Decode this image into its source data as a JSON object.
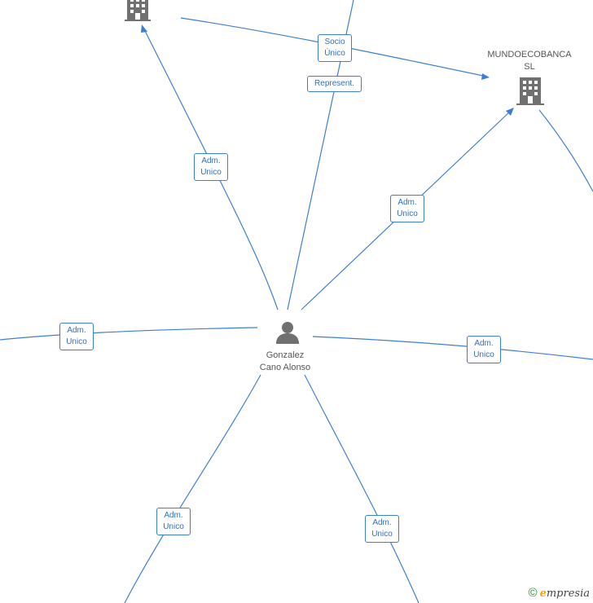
{
  "nodes": {
    "center": {
      "name_line1": "Gonzalez",
      "name_line2": "Cano Alonso",
      "icon": "person-icon"
    },
    "company_top_left": {
      "icon": "building-icon"
    },
    "company_right": {
      "name_line1": "MUNDOECOBANCA",
      "name_line2": "SL",
      "icon": "building-icon"
    }
  },
  "edges": [
    {
      "id": "e1",
      "label_line1": "Adm.",
      "label_line2": "Unico"
    },
    {
      "id": "e2",
      "label_line1": "Represent.",
      "label_line2": ""
    },
    {
      "id": "e3",
      "label_line1": "Adm.",
      "label_line2": "Unico"
    },
    {
      "id": "e4",
      "label_line1": "Adm.",
      "label_line2": "Unico"
    },
    {
      "id": "e5",
      "label_line1": "Adm.",
      "label_line2": "Unico"
    },
    {
      "id": "e6",
      "label_line1": "Adm.",
      "label_line2": "Unico"
    },
    {
      "id": "e7",
      "label_line1": "Adm.",
      "label_line2": "Unico"
    },
    {
      "id": "e8",
      "label_line1": "Socio",
      "label_line2": "Único"
    }
  ],
  "colors": {
    "edge": "#3b7fd4",
    "node_icon": "#707070",
    "label_text": "#2f6fc4"
  },
  "brand": {
    "copyright": "©",
    "e": "e",
    "rest": "mpresia"
  }
}
